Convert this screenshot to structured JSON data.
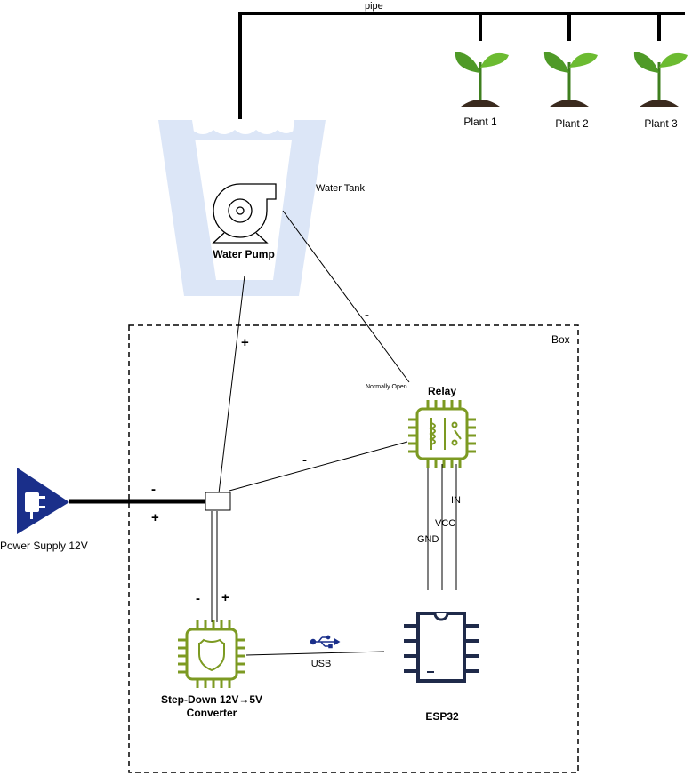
{
  "labels": {
    "pipe": "pipe",
    "plant_1": "Plant 1",
    "plant_2": "Plant 2",
    "plant_3": "Plant 3",
    "water_tank": "Water Tank",
    "water_pump": "Water Pump",
    "box": "Box",
    "normally_open": "Normally Open",
    "relay": "Relay",
    "power_supply": "Power Supply 12V",
    "gnd": "GND",
    "vcc": "VCC",
    "in": "IN",
    "usb": "USB",
    "converter_line1": "Step-Down 12V→5V",
    "converter_line2": "Converter",
    "esp32": "ESP32"
  },
  "polarity": {
    "pump_plus": "+",
    "pump_minus": "-",
    "supply_minus": "-",
    "supply_plus": "+",
    "relay_minus": "-",
    "converter_minus": "-",
    "converter_plus": "+"
  },
  "icons": {
    "plant": "sprout-icon",
    "pump": "pump-icon",
    "tank": "water-tank-icon",
    "relay": "relay-chip-icon",
    "converter": "converter-chip-icon",
    "esp32": "ic-chip-icon",
    "power": "power-plug-icon",
    "usb": "usb-icon"
  },
  "colors": {
    "tank": "#dce6f7",
    "chip": "#7c9a22",
    "power_supply": "#1a2f8a",
    "esp32_text": "#1f2a4a",
    "wire": "#000000"
  }
}
